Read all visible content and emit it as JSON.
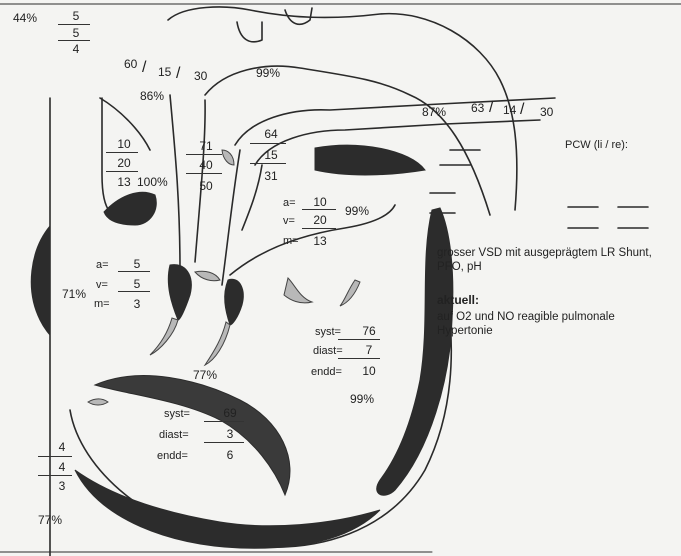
{
  "top_left": {
    "pct": "44%",
    "n1": "5",
    "n2": "5",
    "n3": "4"
  },
  "aorta_top": {
    "v1": "60",
    "v2": "15",
    "v3": "30",
    "sep": "/",
    "pct": "99%"
  },
  "pct_86": "86%",
  "pa": {
    "pct": "87%",
    "v1": "63",
    "v2": "14",
    "v3": "30",
    "sep": "/"
  },
  "svc": {
    "n1": "10",
    "n2": "20",
    "n3": "13",
    "pct": "100%"
  },
  "pa_left": {
    "n1": "71",
    "n2": "40",
    "n3": "50"
  },
  "pa_right": {
    "n1": "64",
    "n2": "15",
    "n3": "31"
  },
  "la": {
    "a_label": "a=",
    "a": "10",
    "v_label": "v=",
    "v": "20",
    "m_label": "m=",
    "m": "13",
    "pct": "99%"
  },
  "pcw": {
    "label": "PCW (li / re):"
  },
  "ra": {
    "a_label": "a=",
    "a": "5",
    "v_label": "v=",
    "v": "5",
    "m_label": "m=",
    "m": "3",
    "pct": "71%"
  },
  "lv": {
    "syst_label": "syst=",
    "syst": "76",
    "diast_label": "diast=",
    "diast": "7",
    "endd_label": "endd=",
    "endd": "10",
    "pct": "99%"
  },
  "rv": {
    "pct": "77%",
    "syst_label": "syst=",
    "syst": "69",
    "diast_label": "diast=",
    "diast": "3",
    "endd_label": "endd=",
    "endd": "6"
  },
  "ivc": {
    "n1": "4",
    "n2": "4",
    "n3": "3",
    "pct": "77%"
  },
  "note": {
    "diagnosis": "grosser VSD mit ausgeprägtem LR Shunt, PFO, pH",
    "heading": "aktuell:",
    "body": "auf O2 und NO reagible pulmonale Hypertonie"
  }
}
